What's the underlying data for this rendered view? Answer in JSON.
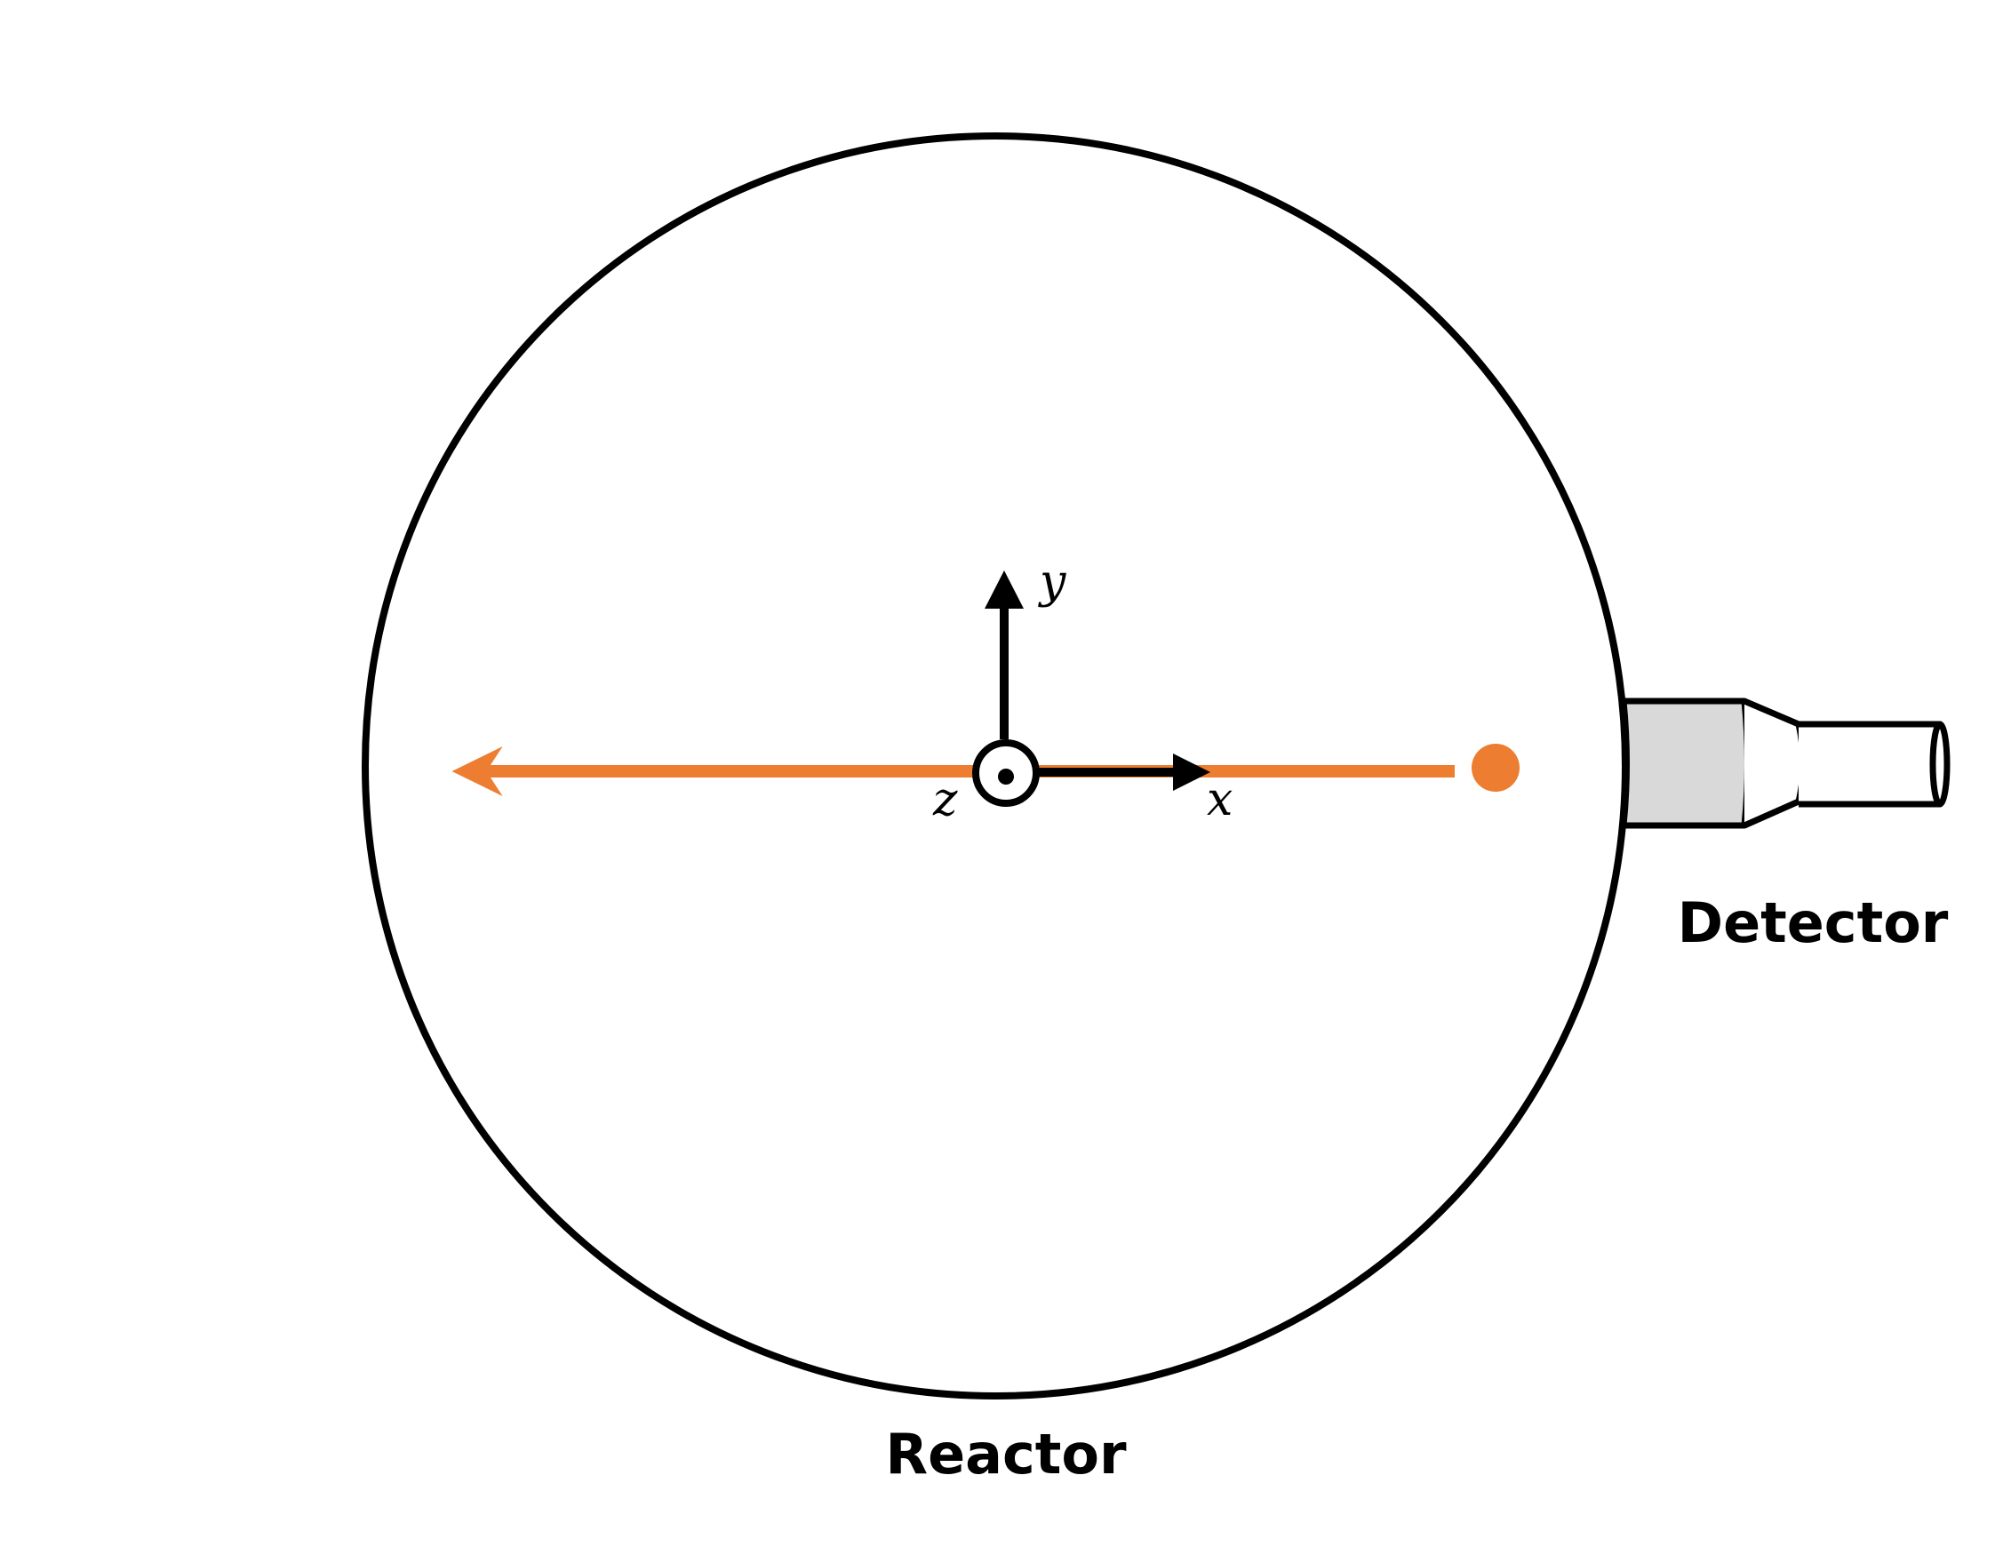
{
  "labels": {
    "reactor": "Reactor",
    "detector": "Detector",
    "axis_x": "x",
    "axis_y": "y",
    "axis_z": "z"
  },
  "colors": {
    "outline": "#000000",
    "beam": "#ED7D31",
    "detector_fill": "#D9D9D9",
    "background": "#FFFFFF"
  },
  "icons": {
    "z_axis_symbol": "out-of-page-dot-in-circle",
    "source": "filled-circle",
    "beam_direction": "arrow-left"
  }
}
